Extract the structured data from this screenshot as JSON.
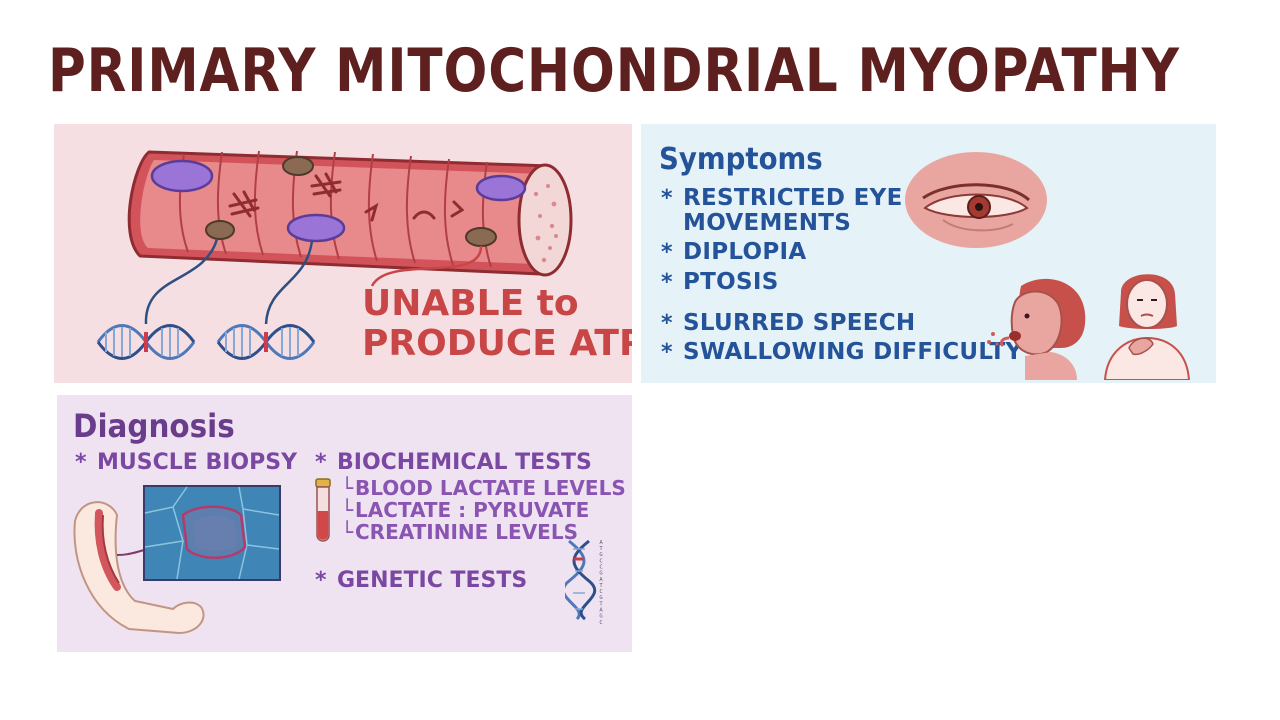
{
  "title": "PRIMARY MITOCHONDRIAL MYOPATHY",
  "muscle_panel": {
    "atp_line1": "UNABLE to",
    "atp_line2": "PRODUCE ATP"
  },
  "symptoms": {
    "heading": "Symptoms",
    "bullet": "*",
    "items": [
      {
        "line1": "RESTRICTED EYE",
        "line2": "MOVEMENTS"
      },
      {
        "line1": "DIPLOPIA"
      },
      {
        "line1": "PTOSIS"
      },
      {
        "line1": "SLURRED SPEECH"
      },
      {
        "line1": "SWALLOWING DIFFICULTY"
      }
    ]
  },
  "diagnosis": {
    "heading": "Diagnosis",
    "bullet": "*",
    "muscle_biopsy": "MUSCLE BIOPSY",
    "biochemical_tests": "BIOCHEMICAL TESTS",
    "biochemical_subitems": [
      "BLOOD LACTATE LEVELS",
      "LACTATE : PYRUVATE",
      "CREATININE LEVELS"
    ],
    "genetic_tests": "GENETIC TESTS",
    "dna_sequence": [
      "A",
      "T",
      "G",
      "C",
      "C",
      "G",
      "A",
      "T",
      "C",
      "G",
      "T",
      "A",
      "G",
      "C"
    ]
  },
  "colors": {
    "title": "#5e1f1f",
    "muscle_panel_bg": "#f6dfe3",
    "symptoms_panel_bg": "#e5f2f7",
    "diagnosis_panel_bg": "#efe3f2",
    "symptoms_text": "#24539a",
    "diagnosis_text": "#7a48a2",
    "atp_text": "#c84646"
  }
}
